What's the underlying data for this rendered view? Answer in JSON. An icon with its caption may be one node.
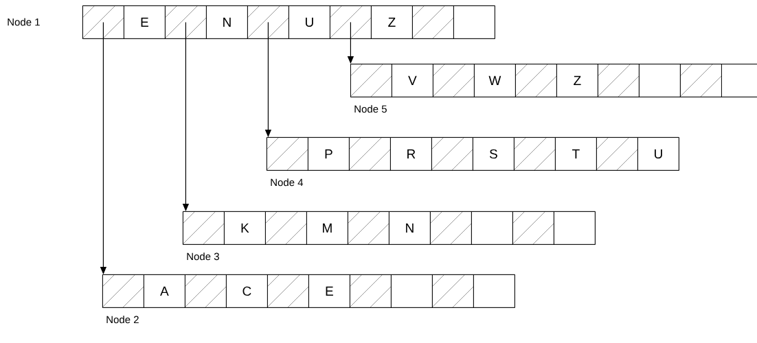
{
  "diagram": {
    "nodes": [
      {
        "text": [],
        "shape": "box"
      },
      {
        "text": [],
        "shape": "hatched",
        "in": 0
      },
      {
        "text": [
          "E"
        ],
        "in": 0
      },
      {
        "text": [],
        "shape": "hatched",
        "in": 0
      },
      {
        "text": [
          "N"
        ],
        "in": 0
      },
      {
        "text": [],
        "shape": "hatched",
        "in": 0
      },
      {
        "text": [
          "U"
        ],
        "in": 0
      },
      {
        "text": [],
        "shape": "hatched",
        "in": 0
      },
      {
        "text": [
          "Z"
        ],
        "in": 0
      },
      {
        "text": [],
        "shape": "hatched",
        "in": 0
      },
      {
        "text": [],
        "shape": "box",
        "in": 0
      },
      {
        "text": [],
        "shape": "box",
        "beside": [
          "Node 5"
        ]
      },
      {
        "text": [],
        "shape": "hatched",
        "in": 11
      },
      {
        "text": [
          "V"
        ],
        "in": 11
      },
      {
        "text": [],
        "shape": "hatched",
        "in": 11
      },
      {
        "text": [
          "W"
        ],
        "in": 11
      },
      {
        "text": [],
        "shape": "hatched",
        "in": 11
      },
      {
        "text": [
          "Z"
        ],
        "in": 11
      },
      {
        "text": [],
        "shape": "hatched",
        "in": 11
      },
      {
        "text": [],
        "shape": "box",
        "in": 11
      },
      {
        "text": [],
        "shape": "hatched",
        "in": 11
      },
      {
        "text": [],
        "shape": "box",
        "in": 11
      },
      {
        "text": [],
        "shape": "box",
        "beside": [
          "Node 4"
        ]
      },
      {
        "text": [],
        "shape": "hatched",
        "in": 22
      },
      {
        "text": [
          "P"
        ],
        "in": 22
      },
      {
        "text": [],
        "shape": "hatched",
        "in": 22
      },
      {
        "text": [
          "R"
        ],
        "in": 22
      },
      {
        "text": [],
        "shape": "hatched",
        "in": 22
      },
      {
        "text": [
          "S"
        ],
        "in": 22
      },
      {
        "text": [],
        "shape": "hatched",
        "in": 22
      },
      {
        "text": [
          "T"
        ],
        "in": 22
      },
      {
        "text": [],
        "shape": "hatched",
        "in": 22
      },
      {
        "text": [
          "U"
        ],
        "in": 22
      },
      {
        "text": [],
        "shape": "box",
        "beside": [
          "Node 3"
        ]
      },
      {
        "text": [],
        "shape": "hatched",
        "in": 33
      },
      {
        "text": [
          "K"
        ],
        "in": 33
      },
      {
        "text": [],
        "shape": "hatched",
        "in": 33
      },
      {
        "text": [
          "M"
        ],
        "in": 33
      },
      {
        "text": [],
        "shape": "hatched",
        "in": 33
      },
      {
        "text": [
          "N"
        ],
        "in": 33
      },
      {
        "text": [],
        "shape": "hatched",
        "in": 33
      },
      {
        "text": [],
        "shape": "box",
        "in": 33
      },
      {
        "text": [],
        "shape": "hatched",
        "in": 33
      },
      {
        "text": [],
        "shape": "box",
        "in": 33
      },
      {
        "text": [],
        "shape": "box",
        "beside": [
          "Node 2"
        ]
      },
      {
        "text": [],
        "shape": "hatched",
        "in": 44
      },
      {
        "text": [
          "A"
        ],
        "in": 44
      },
      {
        "text": [],
        "shape": "hatched",
        "in": 44
      },
      {
        "text": [
          "C"
        ],
        "in": 44
      },
      {
        "text": [],
        "shape": "hatched",
        "in": 44
      },
      {
        "text": [
          "E"
        ],
        "in": 44
      },
      {
        "text": [],
        "shape": "hatched",
        "in": 44
      },
      {
        "text": [],
        "shape": "box",
        "in": 44
      },
      {
        "text": [],
        "shape": "hatched",
        "in": 44
      },
      {
        "text": [],
        "shape": "box",
        "in": 44
      }
    ],
    "edges": [
      {
        "from": 1,
        "to": 44,
        "arrow": "to"
      },
      {
        "from": 3,
        "to": 33,
        "arrow": "to"
      },
      {
        "from": 5,
        "to": 22,
        "arrow": "to"
      },
      {
        "from": 7,
        "to": 11,
        "arrow": "to"
      }
    ],
    "labels": [
      "Node 1"
    ]
  }
}
